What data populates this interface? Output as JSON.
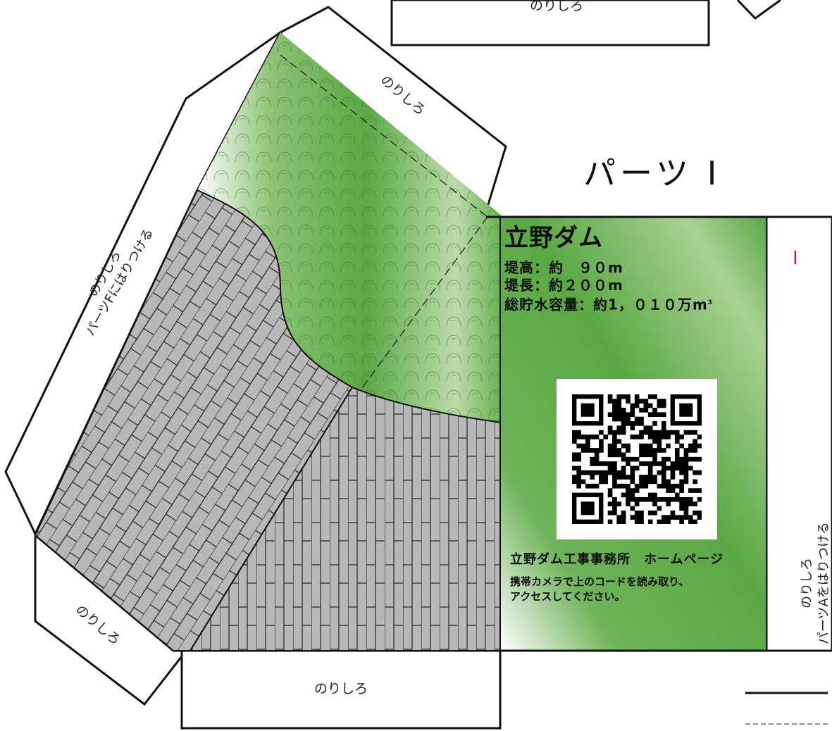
{
  "part_title": "パーツ Ⅰ",
  "tabs": {
    "top": "のりしろ",
    "upper_slanted": "のりしろ",
    "left_long_line1": "のりしろ",
    "left_long_line2": "パーツFにはりつける",
    "bottom_left": "のりしろ",
    "bottom": "のりしろ",
    "right_line1": "のりしろ",
    "right_line2": "パーツAをはりつける",
    "right_mark": "Ⅰ"
  },
  "info": {
    "dam_name": "立野ダム",
    "height": "堤高：約　９０m",
    "length": "堤長：約２００m",
    "capacity": "総貯水容量：約1，０１０万m",
    "capacity_unit_sup": "3",
    "office": "立野ダム工事事務所　ホームページ",
    "instruction": "携帯カメラで上のコードを読み取り、\nアクセスしてください。"
  },
  "qr": {
    "label": "QR code"
  },
  "colors": {
    "green_dark": "#5aa844",
    "green_light": "#cfe6c2",
    "stone_gray": "#b8b8b8",
    "accent_magenta": "#e0106e"
  }
}
